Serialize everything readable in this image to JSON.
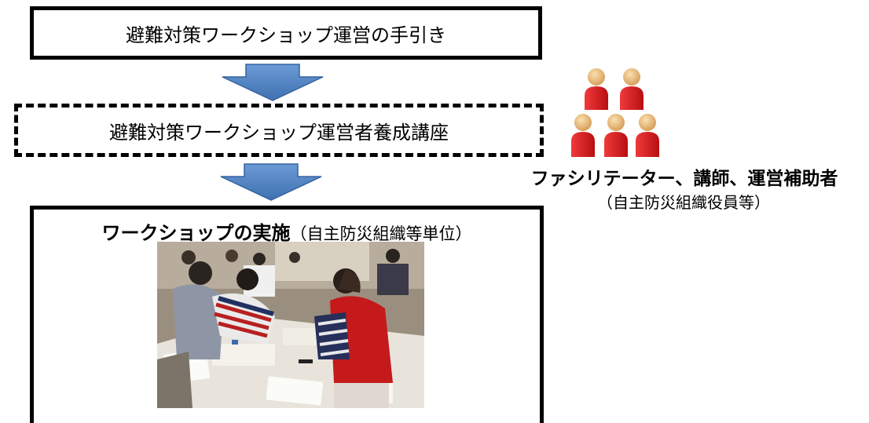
{
  "steps": {
    "manual_title": "避難対策ワークショップ運営の手引き",
    "training_title": "避難対策ワークショップ運営者養成講座",
    "workshop_title": "ワークショップの実施",
    "workshop_subtitle": "（自主防災組織等単位）"
  },
  "people": {
    "label": "ファシリテーター、講師、運営補助者",
    "sublabel": "（自主防災組織役員等）",
    "icon": "people-group-icon",
    "color": "#d9181b"
  },
  "arrows": {
    "color": "#4a7ebb",
    "icon": "down-arrow-icon"
  }
}
